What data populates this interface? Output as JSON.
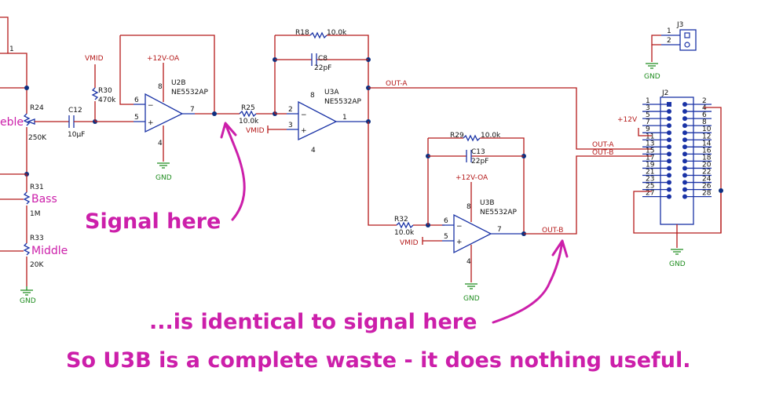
{
  "labels": {
    "vmid_top": "VMID",
    "r30": "R30",
    "r30_val": "470k",
    "r24": "R24",
    "treble_partial": "eble",
    "r24_val": "250K",
    "c12": "C12",
    "c12_val": "10µF",
    "u2b_supply": "+12V-OA",
    "u2b": "U2B",
    "u2b_part": "NE5532AP",
    "gnd": "GND",
    "r25": "R25",
    "r25_val": "10.0k",
    "vmid": "VMID",
    "r18": "R18",
    "r18_val": "10.0k",
    "c8": "C8",
    "c8_val": "22pF",
    "u3a": "U3A",
    "u3a_part": "NE5532AP",
    "out_a": "OUT-A",
    "out_b": "OUT-B",
    "r29": "R29",
    "r29_val": "10.0k",
    "c13": "C13",
    "c13_val": "22pF",
    "u3b_supply": "+12V-OA",
    "u3b": "U3B",
    "u3b_part": "NE5532AP",
    "r32": "R32",
    "r32_val": "10.0k",
    "r31": "R31",
    "bass": "Bass",
    "r31_val": "1M",
    "r33": "R33",
    "middle": "Middle",
    "r33_val": "20K",
    "j3": "J3",
    "j2": "J2",
    "plus12": "+12V",
    "pin1": "1",
    "pin2": "2",
    "pin3": "3",
    "pin4": "4",
    "pin5": "5",
    "pin6": "6",
    "pin7": "7",
    "pin8": "8"
  },
  "j2_left_pins": [
    "1",
    "3",
    "5",
    "7",
    "9",
    "11",
    "13",
    "15",
    "17",
    "19",
    "21",
    "23",
    "25",
    "27"
  ],
  "j2_right_pins": [
    "2",
    "4",
    "6",
    "8",
    "10",
    "12",
    "14",
    "16",
    "18",
    "20",
    "22",
    "24",
    "26",
    "28"
  ],
  "annotations": {
    "signal_here": "Signal here",
    "identical": "...is identical to signal here",
    "conclusion": "So U3B is a complete waste - it does nothing useful."
  },
  "colors": {
    "wire": "#b51a1a",
    "component": "#1a33a6",
    "ground": "#1d8c1d",
    "annotation": "#cc1faa"
  }
}
